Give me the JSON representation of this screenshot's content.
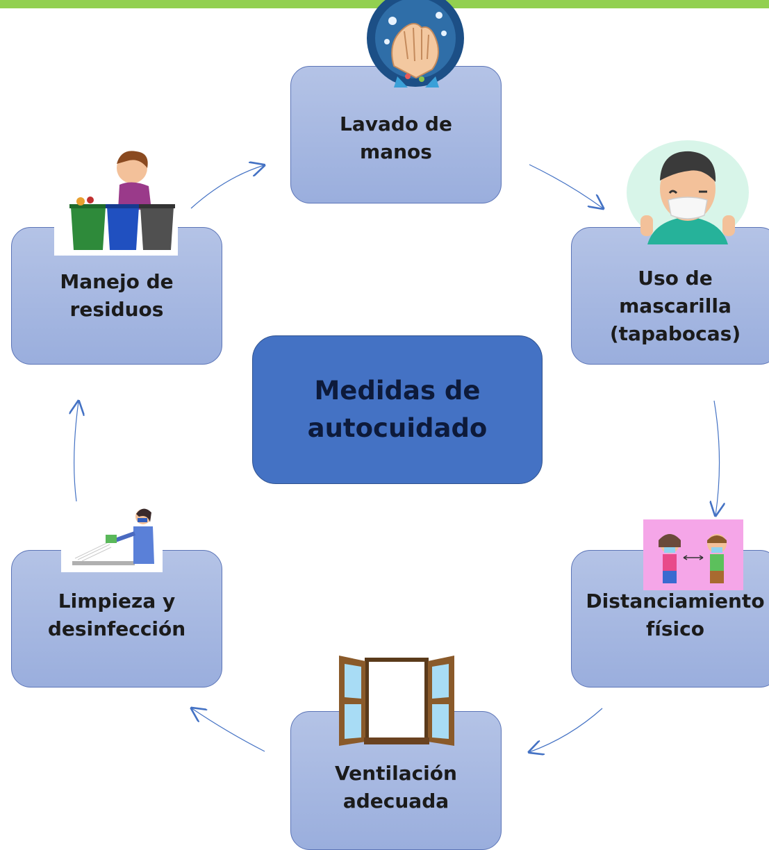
{
  "diagram": {
    "center": {
      "label": "Medidas de\nautocuidado"
    },
    "steps": [
      {
        "id": "lavado",
        "label": "Lavado de\nmanos",
        "icon": "handwashing-icon"
      },
      {
        "id": "mascarilla",
        "label": "Uso de\nmascarilla\n(tapabocas)",
        "icon": "face-mask-boy-icon"
      },
      {
        "id": "distanciamiento",
        "label": "Distanciamiento\nfísico",
        "icon": "social-distancing-icon"
      },
      {
        "id": "ventilacion",
        "label": "Ventilación\nadecuada",
        "icon": "open-window-icon"
      },
      {
        "id": "limpieza",
        "label": "Limpieza y\ndesinfección",
        "icon": "disinfection-spray-icon"
      },
      {
        "id": "residuos",
        "label": "Manejo de\nresiduos",
        "icon": "waste-bins-icon"
      }
    ],
    "colors": {
      "accent_bar": "#92d050",
      "center_fill": "#4472c4",
      "box_fill": "#9aaedd",
      "arrow": "#4472c4"
    }
  }
}
